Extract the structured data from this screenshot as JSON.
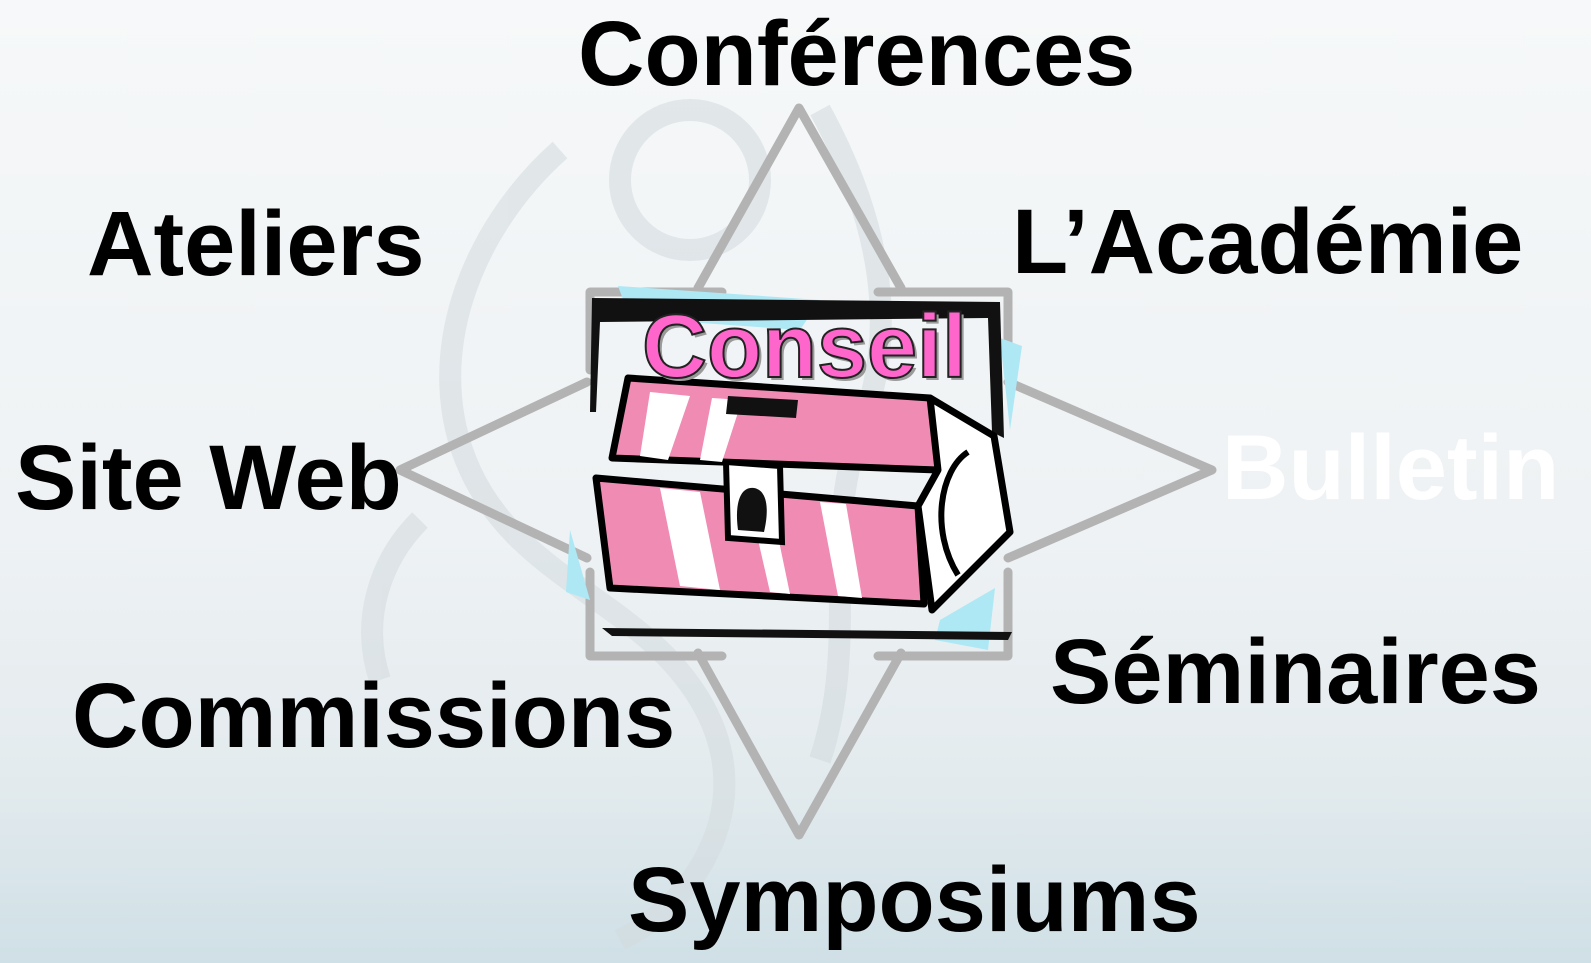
{
  "center": {
    "label": "Conseil"
  },
  "labels": {
    "top": "Conférences",
    "top_right": "L’Académie",
    "top_left": "Ateliers",
    "left": "Site Web",
    "right": "Bulletin",
    "bottom_right": "Séminaires",
    "bottom_left": "Commissions",
    "bottom": "Symposiums"
  },
  "colors": {
    "star_outline": "#b3b3b3",
    "center_text": "#ff66cc",
    "chest_pink": "#f08cb4",
    "right_label": "#ffffff",
    "labels": "#000000"
  },
  "icons": {
    "center": "treasure-chest-icon",
    "background": "mermaid-watermark"
  }
}
